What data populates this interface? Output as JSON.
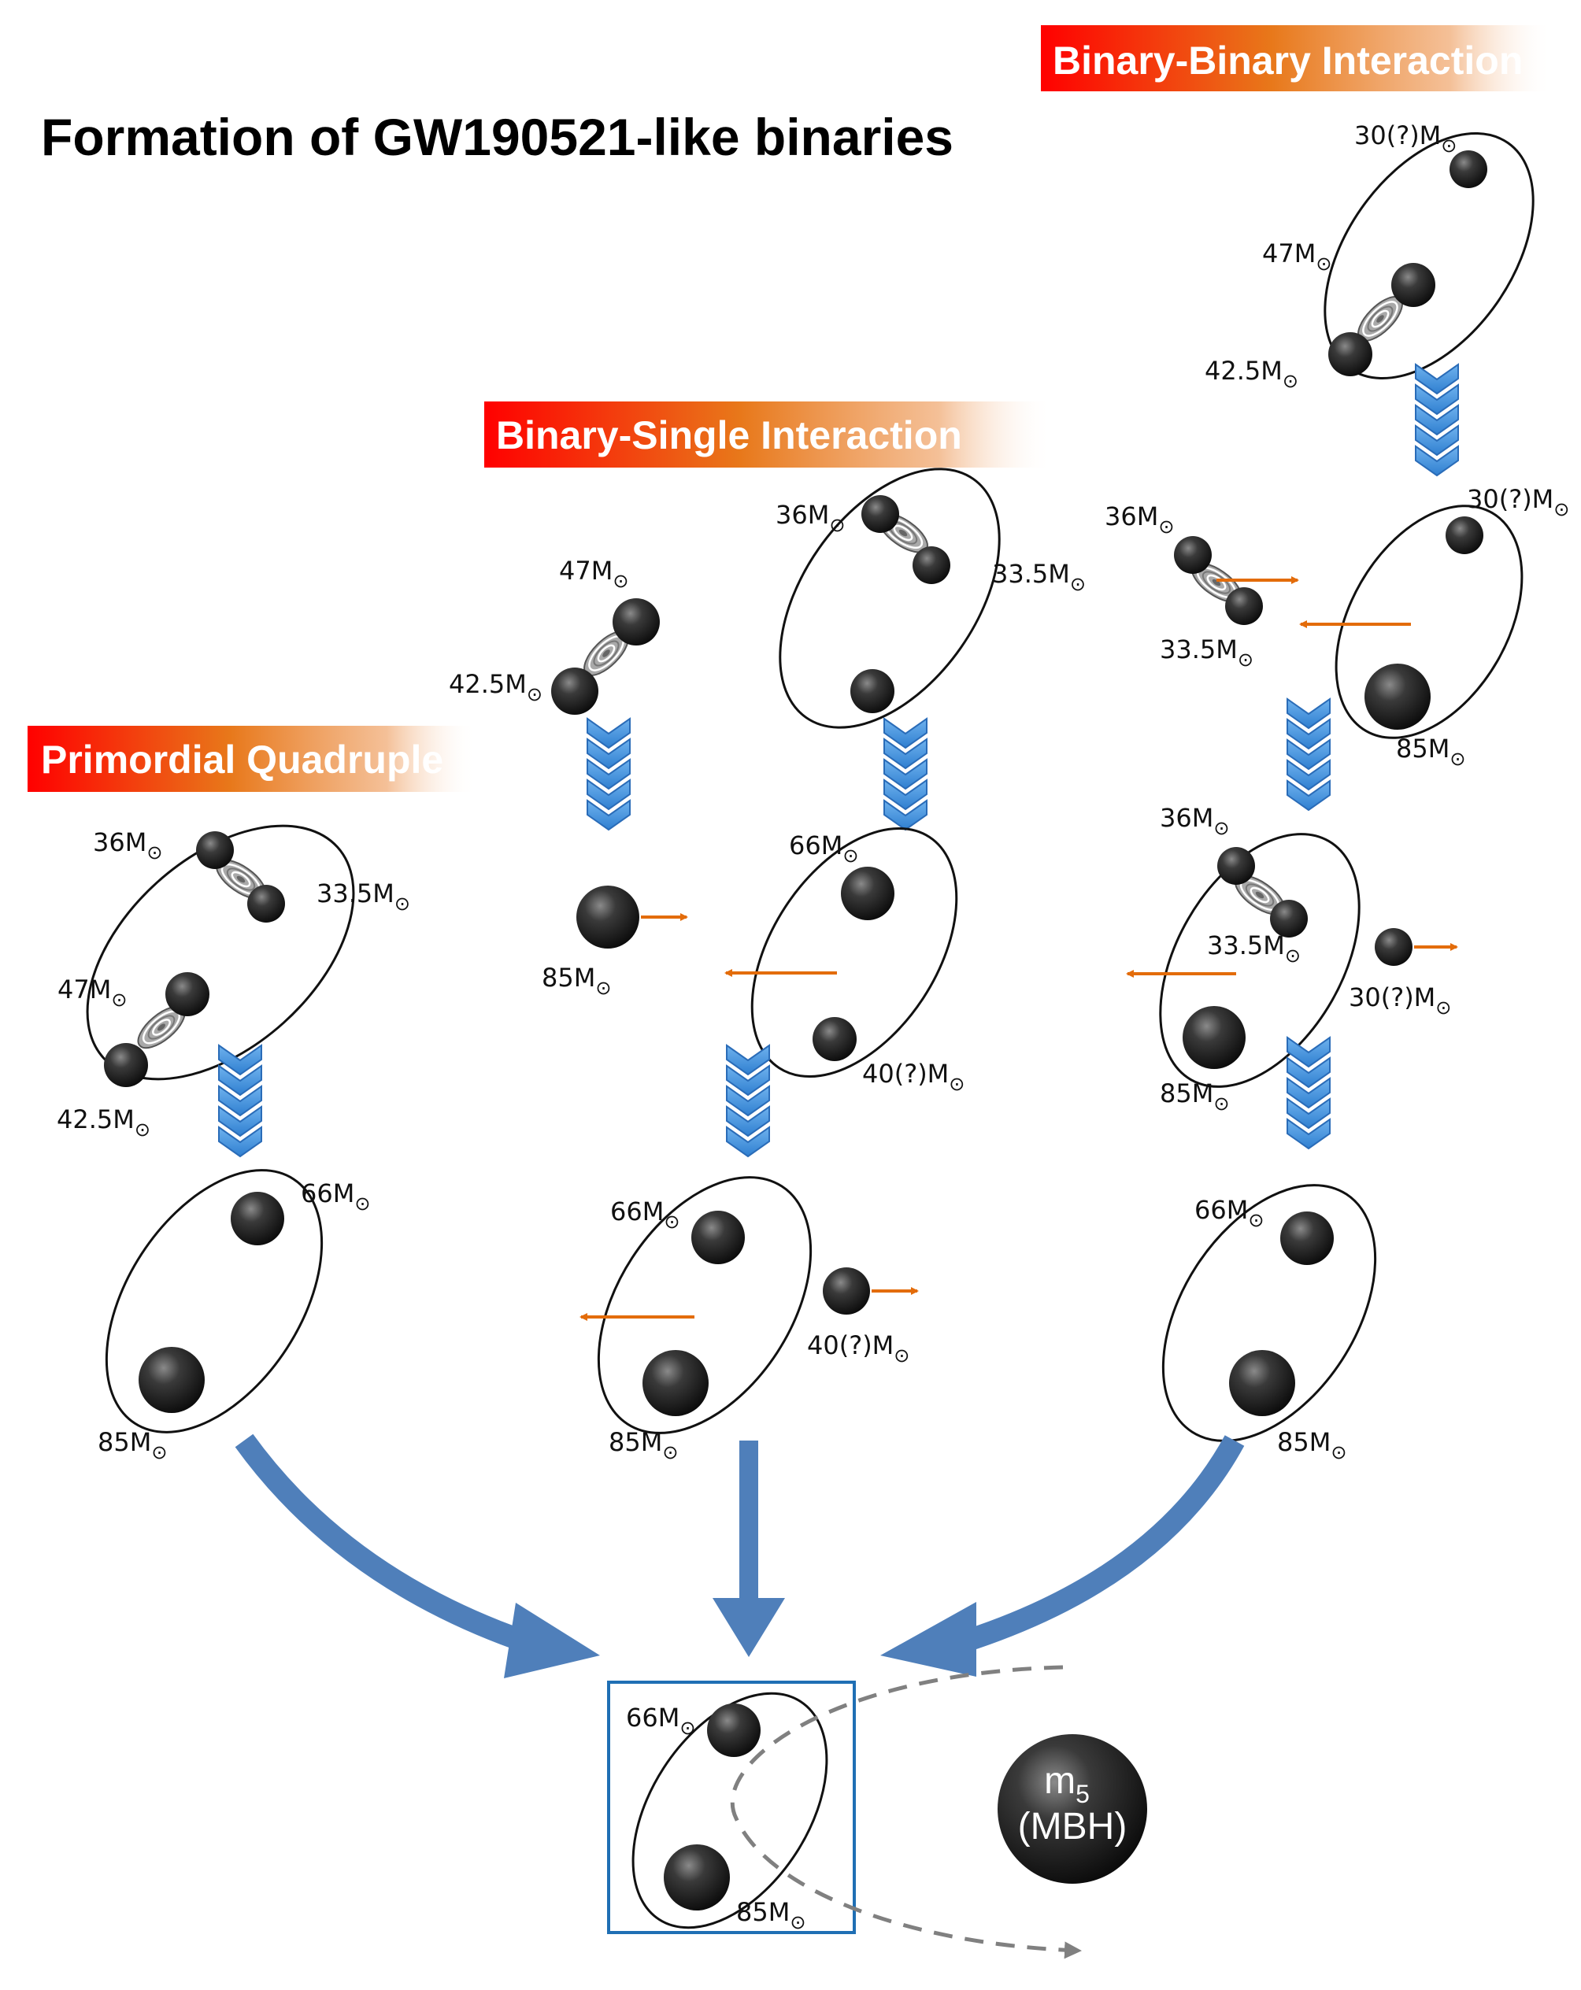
{
  "title": "Formation of GW190521-like binaries",
  "banners": {
    "primordial_quadruple": "Primordial Quadruple",
    "binary_single": "Binary-Single Interaction",
    "binary_binary": "Binary-Binary Interaction"
  },
  "sun_symbol": "⊙",
  "masses": {
    "m30q": "30(?)M",
    "m47": "47M",
    "m42_5": "42.5M",
    "m36": "36M",
    "m33_5": "33.5M",
    "m66": "66M",
    "m85": "85M",
    "m40q": "40(?)M"
  },
  "mbh": {
    "symbol": "m",
    "subscript": "5",
    "label": "(MBH)"
  },
  "colors": {
    "banner_start": "#ff0000",
    "banner_mid": "#e8781a",
    "chevron": "#3f8fd8",
    "big_arrow": "#4f7fba",
    "kick_arrow": "#e36c0a",
    "box_border": "#1f6fb4",
    "black_hole": "#111111",
    "dashed_path": "#808080"
  }
}
